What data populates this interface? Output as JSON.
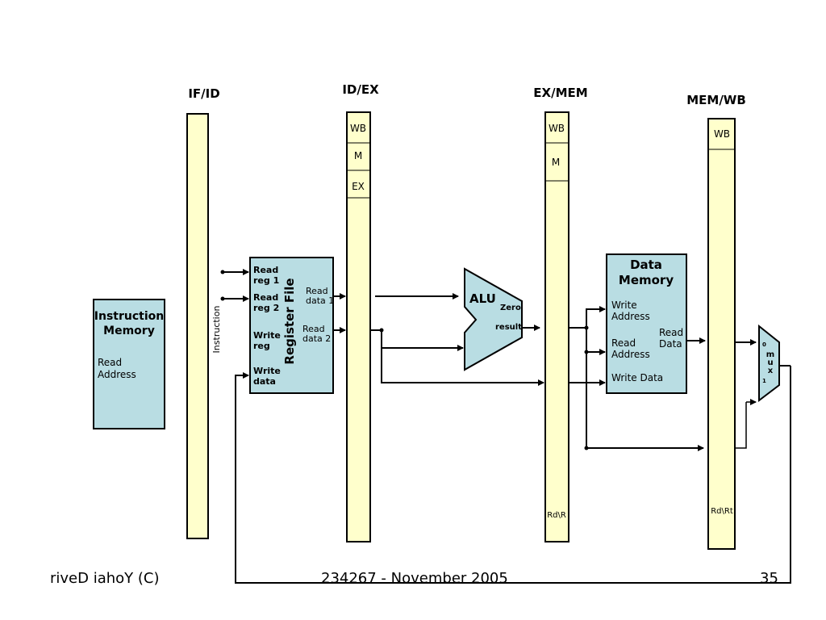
{
  "pipeline_registers": {
    "if_id": {
      "title": "IF/ID"
    },
    "id_ex": {
      "title": "ID/EX",
      "fields": [
        "WB",
        "M",
        "EX"
      ]
    },
    "ex_mem": {
      "title": "EX/MEM",
      "fields": [
        "WB",
        "M"
      ],
      "bottom_label": "Rd\\R"
    },
    "mem_wb": {
      "title": "MEM/WB",
      "fields": [
        "WB"
      ],
      "bottom_label": "Rd\\Rt"
    }
  },
  "instruction_memory": {
    "title_line1": "Instruction",
    "title_line2": "Memory",
    "port_line1": "Read",
    "port_line2": "Address"
  },
  "instruction_label": "Instruction",
  "register_file": {
    "title": "Register File",
    "inputs": [
      {
        "line1": "Read",
        "line2": "reg 1"
      },
      {
        "line1": "Read",
        "line2": "reg 2"
      },
      {
        "line1": "Write",
        "line2": "reg"
      },
      {
        "line1": "Write",
        "line2": "data"
      }
    ],
    "outputs": [
      {
        "line1": "Read",
        "line2": "data 1"
      },
      {
        "line1": "Read",
        "line2": "data 2"
      }
    ]
  },
  "alu": {
    "title": "ALU",
    "zero": "Zero",
    "result": "result"
  },
  "data_memory": {
    "title_line1": "Data",
    "title_line2": "Memory",
    "write_address": {
      "line1": "Write",
      "line2": "Address"
    },
    "read_address": {
      "line1": "Read",
      "line2": "Address"
    },
    "write_data": "Write Data",
    "read_data": {
      "line1": "Read",
      "line2": "Data"
    }
  },
  "mux": {
    "in0": "0",
    "in1": "1",
    "l1": "m",
    "l2": "u",
    "l3": "x"
  },
  "colors": {
    "register_fill": "#FFFFCC",
    "unit_fill": "#B9DDE3",
    "stroke": "#000000"
  },
  "footer": {
    "left": "riveD iahoY  (C)",
    "center": "234267 - November 2005",
    "page": "35"
  }
}
